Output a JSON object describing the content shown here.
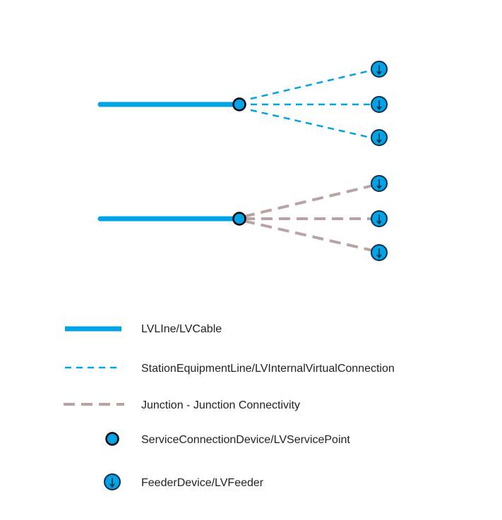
{
  "colors": {
    "lv_line": "#00a3e6",
    "virtual_connection": "#00a3e6",
    "junction_connectivity": "#b9a3a3",
    "service_point_fill": "#00a3e6",
    "service_point_stroke": "#000000",
    "feeder_fill": "#00a3e6",
    "feeder_stroke": "#0b2f4a"
  },
  "legend": {
    "lv_line": "LVLIne/LVCable",
    "virtual_connection": "StationEquipmentLine/LVInternalVirtualConnection",
    "junction_connectivity": "Junction - Junction Connectivity",
    "service_point": "ServiceConnectionDevice/LVServicePoint",
    "feeder": "FeederDevice/LVFeeder"
  },
  "icons": {
    "service_point": "circle-outline-icon",
    "feeder": "feeder-arrow-circle-icon"
  }
}
